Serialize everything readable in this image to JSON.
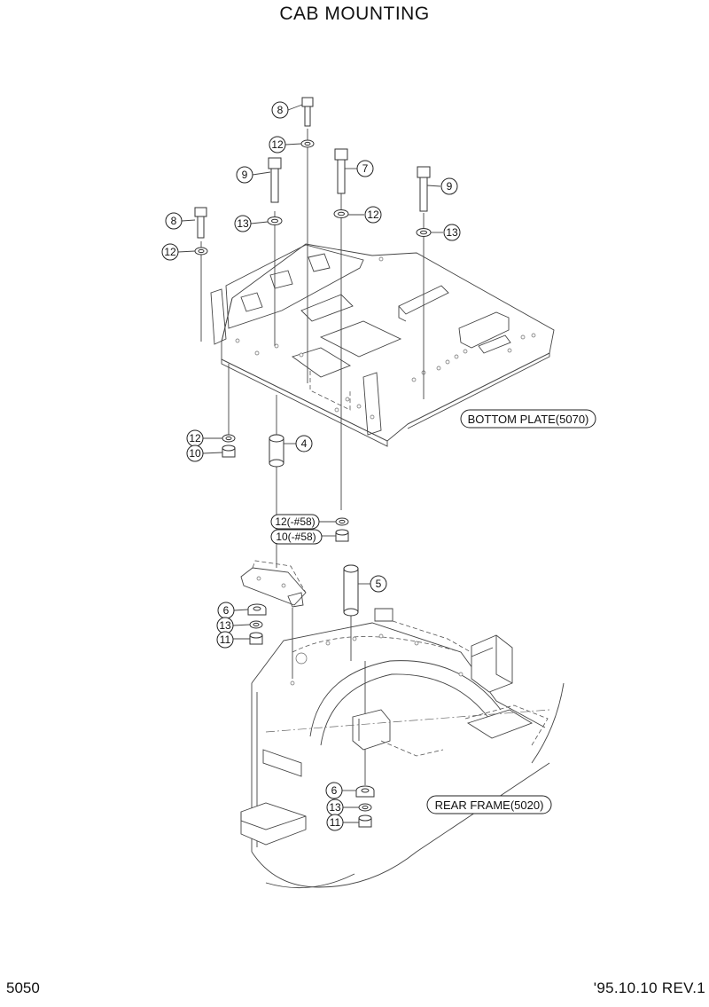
{
  "title": "CAB MOUNTING",
  "page_number": "5050",
  "revision": "'95.10.10  REV.1",
  "labels": {
    "bottom_plate": "BOTTOM PLATE(5070)",
    "rear_frame": "REAR FRAME(5020)"
  },
  "callouts": {
    "c8a": "8",
    "c12a": "12",
    "c9a": "9",
    "c7": "7",
    "c9b": "9",
    "c8b": "8",
    "c13a": "13",
    "c12b": "12",
    "c12c": "12",
    "c13b": "13",
    "c12d": "12",
    "c10a": "10",
    "c4": "4",
    "c12e": "12(-#58)",
    "c10b": "10(-#58)",
    "c5": "5",
    "c6a": "6",
    "c13c": "13",
    "c11a": "11",
    "c6b": "6",
    "c13d": "13",
    "c11b": "11"
  }
}
